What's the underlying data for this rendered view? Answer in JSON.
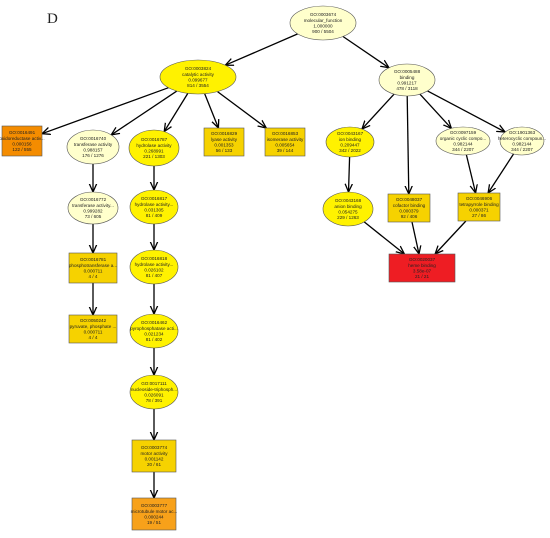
{
  "panel_label": "D",
  "colors": {
    "pale": "#FFFFCC",
    "yellow": "#FFF200",
    "gold": "#F6D200",
    "orange": "#F7A11A",
    "dark_orange": "#F48C00",
    "red": "#EE1D23"
  },
  "nodes": [
    {
      "id": "n1",
      "shape": "ellipse",
      "color": "pale",
      "lines": [
        "GO:0003674",
        "molecular_function",
        "1.000000",
        "900 / 5504"
      ]
    },
    {
      "id": "n2",
      "shape": "ellipse",
      "color": "yellow",
      "lines": [
        "GO:0003824",
        "catalytic activity",
        "0.099677",
        "814 / 3554"
      ]
    },
    {
      "id": "n3",
      "shape": "ellipse",
      "color": "pale",
      "lines": [
        "GO:0005488",
        "binding",
        "0.991217",
        "478 / 3118"
      ]
    },
    {
      "id": "n4",
      "shape": "rect",
      "color": "dark_orange",
      "lines": [
        "GO:0016491",
        "oxidoreductase activ...",
        "0.000156",
        "122 / 555"
      ]
    },
    {
      "id": "n5",
      "shape": "ellipse",
      "color": "pale",
      "lines": [
        "GO:0016740",
        "transferase activity",
        "0.988157",
        "176 / 1276"
      ]
    },
    {
      "id": "n6",
      "shape": "ellipse",
      "color": "yellow",
      "lines": [
        "GO:0016787",
        "hydrolase activity",
        "0.268991",
        "221 / 1303"
      ]
    },
    {
      "id": "n7",
      "shape": "rect",
      "color": "gold",
      "lines": [
        "GO:0016829",
        "lyase activity",
        "0.001353",
        "56 / 133"
      ]
    },
    {
      "id": "n8",
      "shape": "rect",
      "color": "gold",
      "lines": [
        "GO:0016853",
        "isomerase activity",
        "0.005654",
        "39 / 144"
      ]
    },
    {
      "id": "n9",
      "shape": "ellipse",
      "color": "yellow",
      "lines": [
        "GO:0043167",
        "ion binding",
        "0.209447",
        "342 / 2022"
      ]
    },
    {
      "id": "n10",
      "shape": "ellipse",
      "color": "pale",
      "lines": [
        "GO:0097159",
        "organic cyclic compo...",
        "0.982144",
        "344 / 2207"
      ]
    },
    {
      "id": "n11",
      "shape": "ellipse",
      "color": "pale",
      "lines": [
        "GO:1901363",
        "heterocyclic compoun...",
        "0.982144",
        "344 / 2207"
      ]
    },
    {
      "id": "n12",
      "shape": "ellipse",
      "color": "pale",
      "lines": [
        "GO:0016772",
        "transferase activity...",
        "0.999282",
        "73 / 605"
      ]
    },
    {
      "id": "n13",
      "shape": "ellipse",
      "color": "yellow",
      "lines": [
        "GO:0016817",
        "hydrolase activity...",
        "0.031305",
        "81 / 409"
      ]
    },
    {
      "id": "n14",
      "shape": "ellipse",
      "color": "yellow",
      "lines": [
        "GO:0043168",
        "anion binding",
        "0.054275",
        "229 / 1263"
      ]
    },
    {
      "id": "n15",
      "shape": "rect",
      "color": "gold",
      "lines": [
        "GO:0048037",
        "cofactor binding",
        "0.000379",
        "92 / 406"
      ]
    },
    {
      "id": "n16",
      "shape": "rect",
      "color": "gold",
      "lines": [
        "GO:0046906",
        "tetrapyrrole binding",
        "0.000371",
        "27 / 86"
      ]
    },
    {
      "id": "n17",
      "shape": "rect",
      "color": "gold",
      "lines": [
        "GO:0016781",
        "phosphotransferase a...",
        "0.000711",
        "4 / 4"
      ]
    },
    {
      "id": "n18",
      "shape": "ellipse",
      "color": "yellow",
      "lines": [
        "GO:0016818",
        "hydrolase activity...",
        "0.026102",
        "81 / 407"
      ]
    },
    {
      "id": "n19",
      "shape": "rect",
      "color": "red",
      "lines": [
        "GO:0020037",
        "heme binding",
        "3.58e-07",
        "21 / 21"
      ]
    },
    {
      "id": "n20",
      "shape": "rect",
      "color": "gold",
      "lines": [
        "GO:0050242",
        "pyruvate, phosphate ...",
        "0.000711",
        "4 / 4"
      ]
    },
    {
      "id": "n21",
      "shape": "ellipse",
      "color": "yellow",
      "lines": [
        "GO:0016462",
        "pyrophosphatase acti...",
        "0.021234",
        "81 / 402"
      ]
    },
    {
      "id": "n22",
      "shape": "ellipse",
      "color": "yellow",
      "lines": [
        "GO:0017111",
        "nucleoside-triphosph...",
        "0.026091",
        "78 / 391"
      ]
    },
    {
      "id": "n23",
      "shape": "rect",
      "color": "gold",
      "lines": [
        "GO:0003774",
        "motor activity",
        "0.001142",
        "20 / 61"
      ]
    },
    {
      "id": "n24",
      "shape": "rect",
      "color": "orange",
      "lines": [
        "GO:0003777",
        "microtubule motor ac...",
        "0.000244",
        "19 / 51"
      ]
    }
  ],
  "edges": [
    [
      "n1",
      "n2"
    ],
    [
      "n1",
      "n3"
    ],
    [
      "n2",
      "n4"
    ],
    [
      "n2",
      "n5"
    ],
    [
      "n2",
      "n6"
    ],
    [
      "n2",
      "n7"
    ],
    [
      "n2",
      "n8"
    ],
    [
      "n3",
      "n9"
    ],
    [
      "n3",
      "n15"
    ],
    [
      "n3",
      "n10"
    ],
    [
      "n3",
      "n11"
    ],
    [
      "n5",
      "n12"
    ],
    [
      "n12",
      "n17"
    ],
    [
      "n17",
      "n20"
    ],
    [
      "n6",
      "n13"
    ],
    [
      "n13",
      "n18"
    ],
    [
      "n18",
      "n21"
    ],
    [
      "n21",
      "n22"
    ],
    [
      "n22",
      "n23"
    ],
    [
      "n23",
      "n24"
    ],
    [
      "n9",
      "n14"
    ],
    [
      "n14",
      "n19"
    ],
    [
      "n15",
      "n19"
    ],
    [
      "n10",
      "n16"
    ],
    [
      "n11",
      "n16"
    ],
    [
      "n16",
      "n19"
    ]
  ]
}
